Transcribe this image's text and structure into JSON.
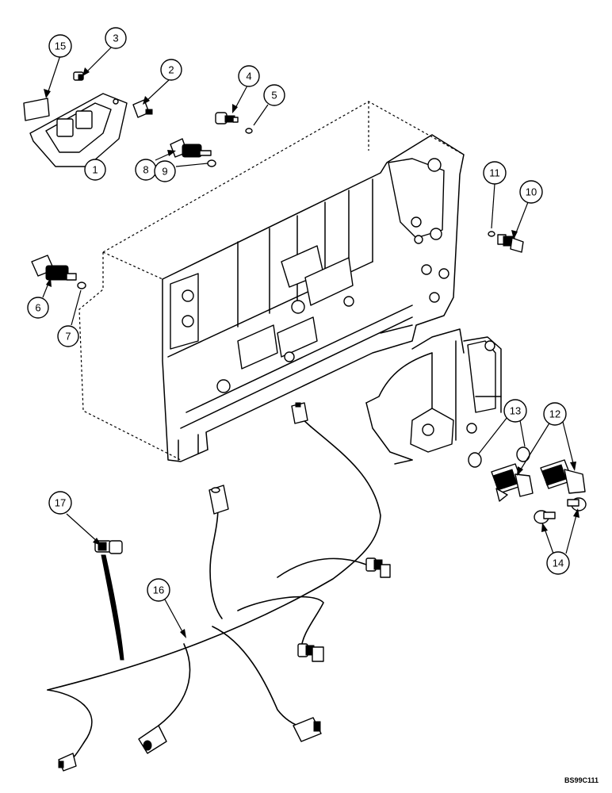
{
  "callouts": [
    {
      "id": "c15",
      "label": "15"
    },
    {
      "id": "c3",
      "label": "3"
    },
    {
      "id": "c2",
      "label": "2"
    },
    {
      "id": "c4",
      "label": "4"
    },
    {
      "id": "c5",
      "label": "5"
    },
    {
      "id": "c1",
      "label": "1"
    },
    {
      "id": "c8",
      "label": "8"
    },
    {
      "id": "c9",
      "label": "9"
    },
    {
      "id": "c11",
      "label": "11"
    },
    {
      "id": "c10",
      "label": "10"
    },
    {
      "id": "c6",
      "label": "6"
    },
    {
      "id": "c7",
      "label": "7"
    },
    {
      "id": "c13",
      "label": "13"
    },
    {
      "id": "c12",
      "label": "12"
    },
    {
      "id": "c14",
      "label": "14"
    },
    {
      "id": "c17",
      "label": "17"
    },
    {
      "id": "c16",
      "label": "16"
    }
  ],
  "document_id": "BS99C111"
}
